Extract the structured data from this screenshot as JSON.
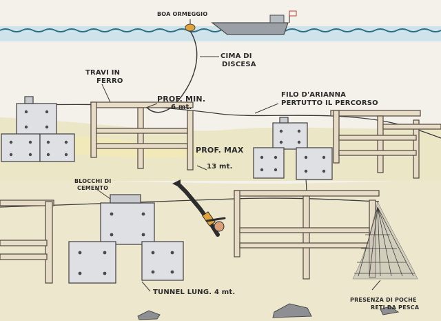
{
  "colors": {
    "surface_water": "#cfe3ea",
    "water": "#f4f1ea",
    "wave_line": "#2e6f86",
    "seabed": "#ebe6c6",
    "sand_patch": "#f2e9b8",
    "steel_beam": "#e7dcc5",
    "beam_outline": "#5a5048",
    "concrete": "#dfe0e3",
    "rope": "#3a3a3a",
    "boat": "#9aa0a6",
    "net": "#3d3d3d"
  },
  "labels": {
    "mooring_buoy": "BOA ORMEGGIO",
    "descent_line_1": "CIMA DI",
    "descent_line_2": "DISCESA",
    "iron_beams_1": "TRAVI IN",
    "iron_beams_2": "FERRO",
    "min_depth_1": "PROF. MIN.",
    "min_depth_2": "6 mt.",
    "guide_line_1": "FILO D'ARIANNA",
    "guide_line_2": "PERTUTTO IL PERCORSO",
    "max_depth_1": "PROF. MAX",
    "max_depth_2": "13 mt.",
    "concrete_blocks_1": "BLOCCHI DI",
    "concrete_blocks_2": "CEMENTO",
    "tunnel_length": "TUNNEL LUNG. 4 mt.",
    "fishing_nets_1": "PRESENZA DI POCHE",
    "fishing_nets_2": "RETI DA PESCA"
  }
}
